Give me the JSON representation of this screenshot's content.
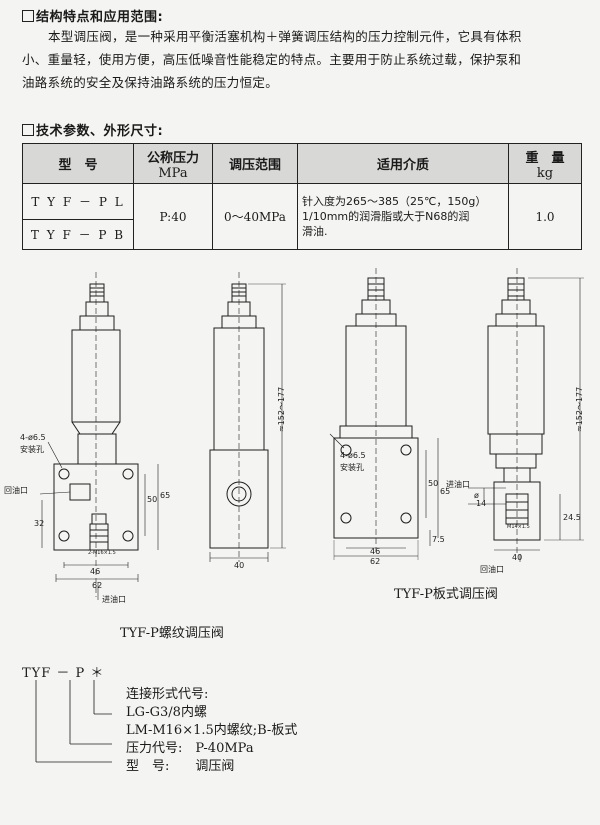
{
  "section1": {
    "title": "结构特点和应用范围:",
    "lines": [
      "本型调压阀，是一种采用平衡活塞机构＋弹簧调压结构的压力控制元件，它具有体积",
      "小、重量轻，使用方便，高压低噪音性能稳定的特点。主要用于防止系统过载，保护泵和",
      "油路系统的安全及保持油路系统的压力恒定。"
    ]
  },
  "section2": {
    "title": "技术参数、外形尺寸:"
  },
  "table": {
    "headers": [
      "型　号",
      "公称压力",
      "MPa",
      "调压范围",
      "适用介质",
      "重　量",
      "kg"
    ],
    "models": [
      "T Y F － P L",
      "T Y F － P B"
    ],
    "pressure": "P:40",
    "range": "0～40MPa",
    "medium": [
      "针入度为265～385（25℃，150g）",
      "1/10mm的润滑脂或大于N68的润",
      "滑油."
    ],
    "weight": "1.0"
  },
  "drawing": {
    "labels": {
      "hole_l": "4-ø6.5",
      "mount_l": "安装孔",
      "return_port": "回油口",
      "inlet_port": "进油口",
      "hole_r": "4-ø6.5",
      "mount_r": "安装孔",
      "inlet_port_r": "进油口",
      "return_port_r": "回油口",
      "thread": "2-M16×1.5",
      "thread_r": "M14×1.5"
    },
    "dims": {
      "d32": "32",
      "d46": "46",
      "d62": "62",
      "d50": "50",
      "d65": "65",
      "d40": "40",
      "dh": "≈152～177",
      "d46r": "46",
      "d62r": "62",
      "d50r": "50",
      "d65r": "65",
      "d7_5": "7.5",
      "d40r": "40",
      "dhr": "≈152～177",
      "d24_5": "24.5",
      "d14": "14",
      "dphi": "ø"
    },
    "caption_threaded": "TYF-P螺纹调压阀",
    "caption_plate": "TYF-P板式调压阀"
  },
  "code": {
    "prefix": "TYF － P ＊",
    "items": [
      "连接形式代号:",
      "LG-G3/8内螺",
      "LM-M16×1.5内螺纹;B-板式",
      "压力代号:　P-40MPa",
      "型　号:　　调压阀"
    ]
  }
}
